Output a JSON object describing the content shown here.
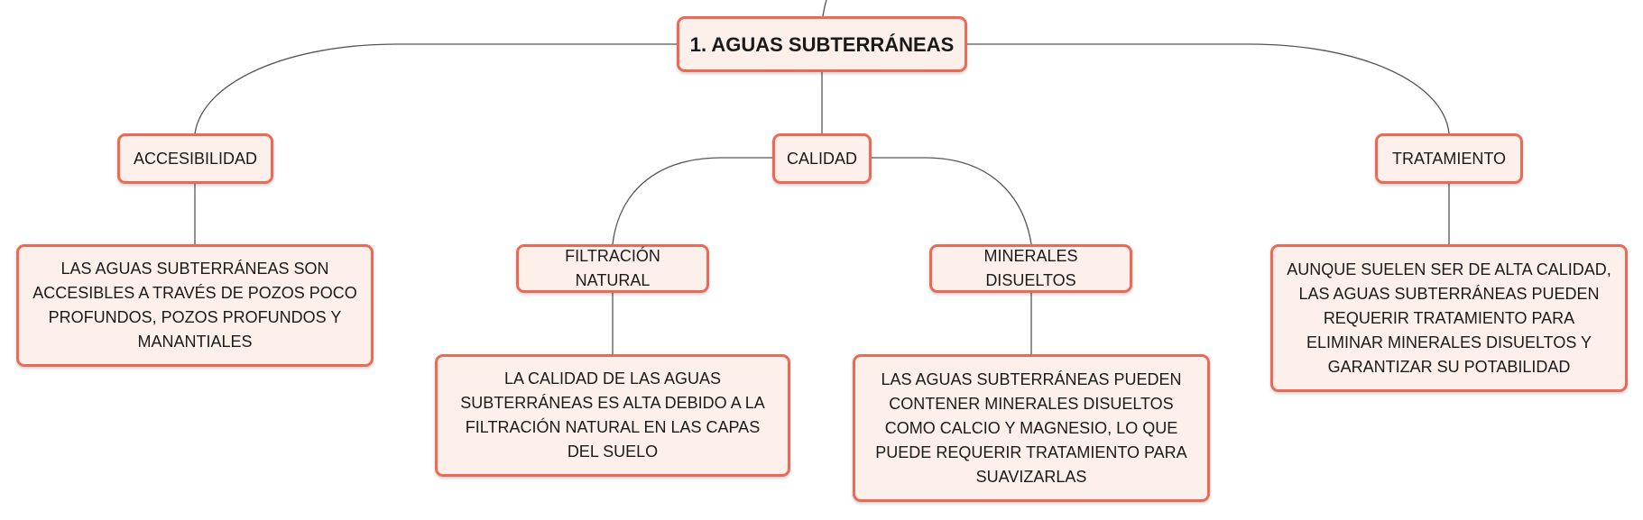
{
  "map": {
    "root": "1. AGUAS SUBTERRÁNEAS",
    "accesibilidad": {
      "label": "ACCESIBILIDAD",
      "detail": "LAS AGUAS SUBTERRÁNEAS SON ACCESIBLES A TRAVÉS DE POZOS POCO PROFUNDOS, POZOS PROFUNDOS Y MANANTIALES"
    },
    "calidad": {
      "label": "CALIDAD",
      "filtracion": {
        "label": "FILTRACIÓN NATURAL",
        "detail": "LA CALIDAD DE LAS AGUAS SUBTERRÁNEAS ES ALTA DEBIDO A LA FILTRACIÓN NATURAL EN LAS CAPAS DEL SUELO"
      },
      "minerales": {
        "label": "MINERALES DISUELTOS",
        "detail": "LAS AGUAS SUBTERRÁNEAS PUEDEN CONTENER MINERALES DISUELTOS COMO CALCIO Y MAGNESIO, LO QUE PUEDE REQUERIR TRATAMIENTO PARA SUAVIZARLAS"
      }
    },
    "tratamiento": {
      "label": "TRATAMIENTO",
      "detail": "AUNQUE SUELEN SER DE ALTA CALIDAD, LAS AGUAS SUBTERRÁNEAS PUEDEN REQUERIR TRATAMIENTO PARA ELIMINAR MINERALES DISUELTOS Y GARANTIZAR SU POTABILIDAD"
    }
  },
  "colors": {
    "node_fill": "#fdf0ea",
    "node_border": "#ec6a55",
    "connector": "#555555"
  }
}
